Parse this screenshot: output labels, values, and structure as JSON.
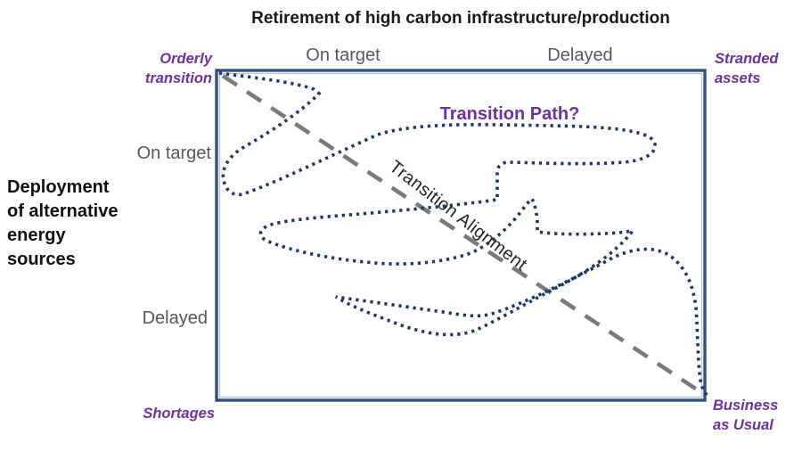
{
  "title": "Retirement of high carbon infrastructure/production",
  "x_axis": {
    "label_on_target": "On target",
    "label_delayed": "Delayed"
  },
  "y_axis": {
    "title": "Deployment\nof alternative\nenergy\nsources",
    "label_on_target": "On target",
    "label_delayed": "Delayed"
  },
  "corners": {
    "top_left": "Orderly\ntransition",
    "top_right": "Stranded\nassets",
    "bottom_left": "Shortages",
    "bottom_right": "Business\nas Usual"
  },
  "annotations": {
    "transition_path": "Transition Path?",
    "transition_alignment": "Transition Alignment"
  },
  "colors": {
    "purple": "#7030A0",
    "navy_dots": "#1F3864",
    "gray_labels": "#595959",
    "dash_gray": "#7a7a7a",
    "box_border": "#31517F",
    "box_inner_highlight": "#b6c5da"
  }
}
